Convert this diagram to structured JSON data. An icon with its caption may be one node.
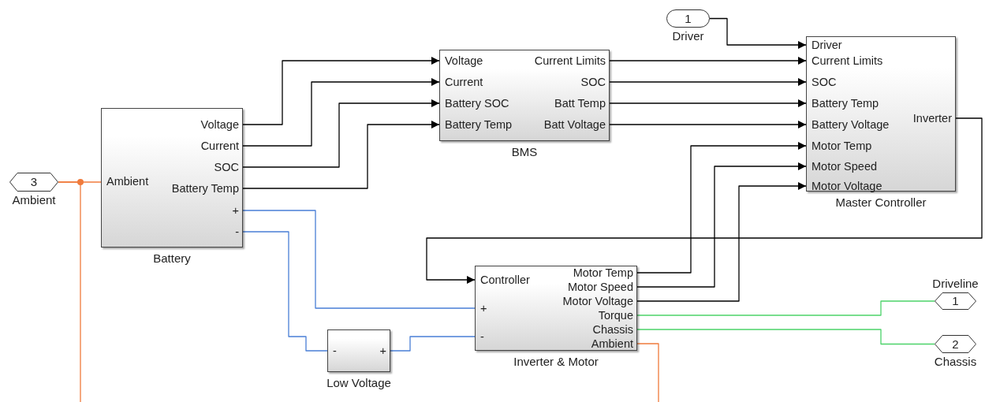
{
  "diagram": {
    "nodes": [
      {
        "text": [
          "1"
        ],
        "beside": [
          "Driver"
        ]
      },
      {
        "text": [
          "3"
        ],
        "beside": [
          "Ambient"
        ]
      },
      {
        "text": [
          "Battery"
        ]
      },
      {
        "text": [
          "Ambient"
        ],
        "in": 2
      },
      {
        "text": [
          "Voltage"
        ],
        "in": 2
      },
      {
        "text": [
          "Current"
        ],
        "in": 2
      },
      {
        "text": [
          "SOC"
        ],
        "in": 2
      },
      {
        "text": [
          "Battery Temp"
        ],
        "in": 2
      },
      {
        "text": [
          "+"
        ],
        "in": 2
      },
      {
        "text": [
          "-"
        ],
        "in": 2
      },
      {
        "text": [
          "BMS"
        ]
      },
      {
        "text": [
          "Voltage"
        ],
        "in": 10
      },
      {
        "text": [
          "Current"
        ],
        "in": 10
      },
      {
        "text": [
          "Battery SOC"
        ],
        "in": 10
      },
      {
        "text": [
          "Battery Temp"
        ],
        "in": 10
      },
      {
        "text": [
          "Current Limits"
        ],
        "in": 10
      },
      {
        "text": [
          "SOC"
        ],
        "in": 10
      },
      {
        "text": [
          "Batt Temp"
        ],
        "in": 10
      },
      {
        "text": [
          "Batt Voltage"
        ],
        "in": 10
      },
      {
        "text": [
          "Master Controller"
        ]
      },
      {
        "text": [
          "Driver"
        ],
        "in": 19
      },
      {
        "text": [
          "Current Limits"
        ],
        "in": 19
      },
      {
        "text": [
          "SOC"
        ],
        "in": 19
      },
      {
        "text": [
          "Battery Temp"
        ],
        "in": 19
      },
      {
        "text": [
          "Battery Voltage"
        ],
        "in": 19
      },
      {
        "text": [
          "Motor Temp"
        ],
        "in": 19
      },
      {
        "text": [
          "Motor Speed"
        ],
        "in": 19
      },
      {
        "text": [
          "Motor Voltage"
        ],
        "in": 19
      },
      {
        "text": [
          "Inverter"
        ],
        "in": 19
      },
      {
        "text": [
          "Inverter & Motor"
        ]
      },
      {
        "text": [
          "Controller"
        ],
        "in": 29
      },
      {
        "text": [
          "+"
        ],
        "in": 29
      },
      {
        "text": [
          "-"
        ],
        "in": 29
      },
      {
        "text": [
          "Motor Temp"
        ],
        "in": 29
      },
      {
        "text": [
          "Motor Speed"
        ],
        "in": 29
      },
      {
        "text": [
          "Motor Voltage"
        ],
        "in": 29
      },
      {
        "text": [
          "Torque"
        ],
        "in": 29
      },
      {
        "text": [
          "Chassis"
        ],
        "in": 29
      },
      {
        "text": [
          "Ambient"
        ],
        "in": 29
      },
      {
        "text": [
          "Low Voltage"
        ]
      },
      {
        "text": [
          "-"
        ],
        "in": 39
      },
      {
        "text": [
          "+"
        ],
        "in": 39
      },
      {
        "text": [
          "1"
        ],
        "beside": [
          "Driveline"
        ]
      },
      {
        "text": [
          "2"
        ],
        "beside": [
          "Chassis"
        ]
      }
    ],
    "edges": [
      {
        "from": 0,
        "to": 20,
        "arrow": "to"
      },
      {
        "from": 1,
        "to": 3,
        "arrow": "none",
        "color": "#f07b3c"
      },
      {
        "from": 1,
        "to": null,
        "arrow": "none",
        "color": "#f07b3c"
      },
      {
        "from": 4,
        "to": 11,
        "arrow": "to"
      },
      {
        "from": 5,
        "to": 12,
        "arrow": "to"
      },
      {
        "from": 6,
        "to": 13,
        "arrow": "to"
      },
      {
        "from": 7,
        "to": 14,
        "arrow": "to"
      },
      {
        "from": 15,
        "to": 21,
        "arrow": "to"
      },
      {
        "from": 16,
        "to": 22,
        "arrow": "to"
      },
      {
        "from": 17,
        "to": 23,
        "arrow": "to"
      },
      {
        "from": 18,
        "to": 24,
        "arrow": "to"
      },
      {
        "from": 33,
        "to": 25,
        "arrow": "to"
      },
      {
        "from": 34,
        "to": 26,
        "arrow": "to"
      },
      {
        "from": 35,
        "to": 27,
        "arrow": "to"
      },
      {
        "from": 28,
        "to": 30,
        "arrow": "to"
      },
      {
        "from": 8,
        "to": 31,
        "arrow": "none",
        "color": "#4a7fd6"
      },
      {
        "from": 9,
        "to": 40,
        "arrow": "none",
        "color": "#4a7fd6"
      },
      {
        "from": 41,
        "to": 32,
        "arrow": "none",
        "color": "#4a7fd6"
      },
      {
        "from": 36,
        "to": 42,
        "arrow": "none",
        "color": "#4cd36a"
      },
      {
        "from": 37,
        "to": 43,
        "arrow": "none",
        "color": "#4cd36a"
      },
      {
        "from": 38,
        "to": null,
        "arrow": "none",
        "color": "#f07b3c"
      }
    ]
  }
}
